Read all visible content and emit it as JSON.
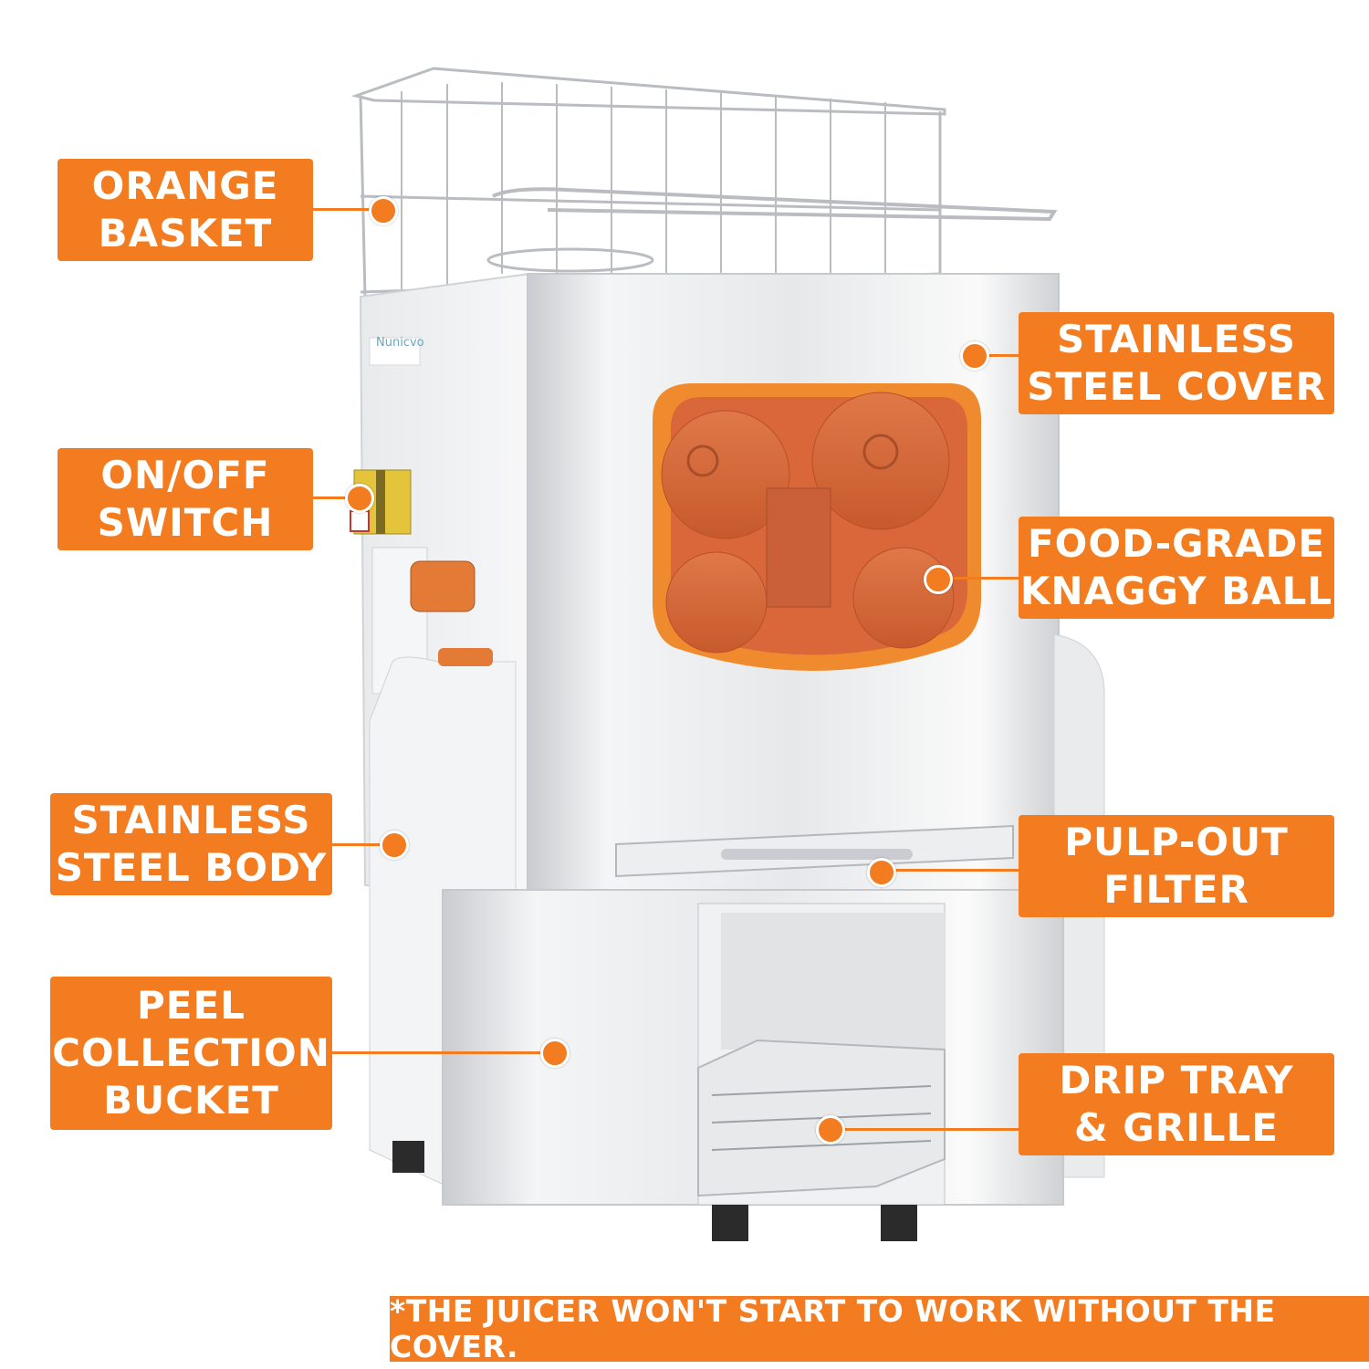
{
  "brand": "Nunicvo",
  "labels": {
    "orange_basket": "ORANGE\nBASKET",
    "on_off_switch": "ON/OFF\nSWITCH",
    "stainless_steel_body": "STAINLESS\nSTEEL BODY",
    "peel_collection_bucket": "PEEL\nCOLLECTION\nBUCKET",
    "stainless_steel_cover": "STAINLESS\nSTEEL COVER",
    "food_grade_knaggy_ball": "FOOD-GRADE\nKNAGGY BALL",
    "pulp_out_filter": "PULP-OUT\nFILTER",
    "drip_tray_grille": "DRIP TRAY\n& GRILLE"
  },
  "footer_note": "*THE JUICER WON'T START TO WORK WITHOUT THE COVER.",
  "colors": {
    "accent": "#f27c1f",
    "steel": "#d9dcdf",
    "background": "#ffffff"
  }
}
